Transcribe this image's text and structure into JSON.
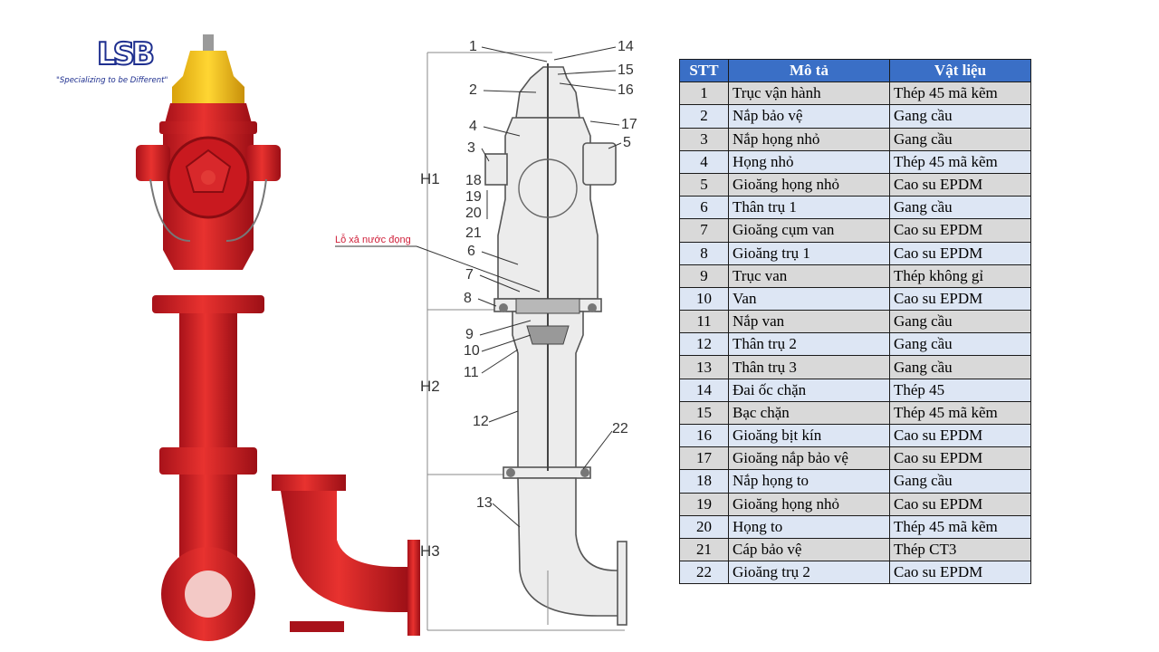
{
  "logo": {
    "text": "LSB",
    "tagline": "\"Specializing to be Different\""
  },
  "diagram": {
    "callouts": [
      "1",
      "2",
      "3",
      "4",
      "5",
      "6",
      "7",
      "8",
      "9",
      "10",
      "11",
      "12",
      "13",
      "14",
      "15",
      "16",
      "17",
      "18",
      "19",
      "20",
      "21",
      "22"
    ],
    "heights": [
      "H1",
      "H2",
      "H3"
    ],
    "drain_label": "Lỗ xả nước đọng"
  },
  "table": {
    "headers": [
      "STT",
      "Mô tả",
      "Vật liệu"
    ],
    "rows": [
      {
        "stt": "1",
        "desc": "Trục vận hành",
        "material": "Thép 45 mã kẽm"
      },
      {
        "stt": "2",
        "desc": "Nắp bảo vệ",
        "material": "Gang cầu"
      },
      {
        "stt": "3",
        "desc": "Nắp họng nhỏ",
        "material": "Gang cầu"
      },
      {
        "stt": "4",
        "desc": "Họng nhỏ",
        "material": "Thép 45 mã kẽm"
      },
      {
        "stt": "5",
        "desc": "Gioăng họng nhỏ",
        "material": "Cao su EPDM"
      },
      {
        "stt": "6",
        "desc": "Thân trụ 1",
        "material": "Gang cầu"
      },
      {
        "stt": "7",
        "desc": "Gioăng cụm van",
        "material": "Cao su EPDM"
      },
      {
        "stt": "8",
        "desc": "Gioăng trụ 1",
        "material": "Cao su EPDM"
      },
      {
        "stt": "9",
        "desc": "Trục van",
        "material": "Thép không gỉ"
      },
      {
        "stt": "10",
        "desc": "Van",
        "material": "Cao su EPDM"
      },
      {
        "stt": "11",
        "desc": "Nắp van",
        "material": "Gang cầu"
      },
      {
        "stt": "12",
        "desc": "Thân trụ 2",
        "material": "Gang cầu"
      },
      {
        "stt": "13",
        "desc": "Thân trụ 3",
        "material": "Gang cầu"
      },
      {
        "stt": "14",
        "desc": "Đai ốc chặn",
        "material": "Thép 45"
      },
      {
        "stt": "15",
        "desc": "Bạc chặn",
        "material": "Thép 45 mã kẽm"
      },
      {
        "stt": "16",
        "desc": "Gioăng bịt kín",
        "material": "Cao su EPDM"
      },
      {
        "stt": "17",
        "desc": "Gioăng nắp bảo vệ",
        "material": "Cao su EPDM"
      },
      {
        "stt": "18",
        "desc": "Nắp họng to",
        "material": "Gang cầu"
      },
      {
        "stt": "19",
        "desc": "Gioăng họng nhỏ",
        "material": "Cao su EPDM"
      },
      {
        "stt": "20",
        "desc": "Họng to",
        "material": "Thép 45 mã kẽm"
      },
      {
        "stt": "21",
        "desc": "Cáp bảo vệ",
        "material": "Thép CT3"
      },
      {
        "stt": "22",
        "desc": "Gioăng trụ 2",
        "material": "Cao su EPDM"
      }
    ]
  },
  "colors": {
    "header_blue": "#3a6fc6",
    "hydrant_red": "#d41f27",
    "cap_yellow": "#f5c518",
    "logo_blue": "#1e2f8f",
    "drain_label_red": "#d0213b"
  }
}
